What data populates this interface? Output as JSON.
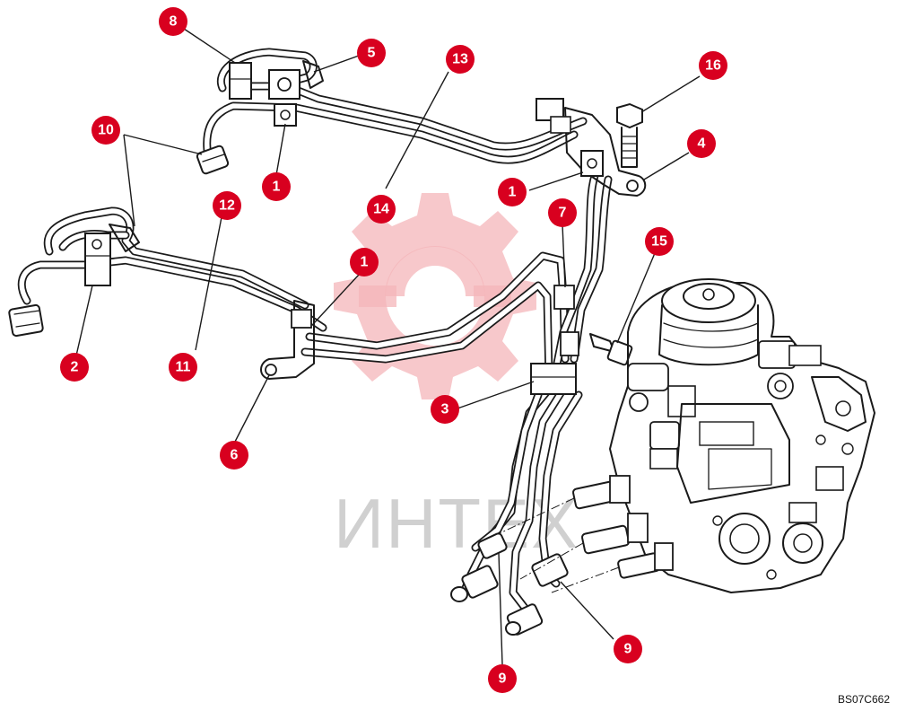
{
  "watermark": {
    "text": "ИНТЕХ",
    "gear_color": "#f4b6b9",
    "text_color": "#d0d0d0"
  },
  "badge_color": "#d8001f",
  "document_code": "BS07C662",
  "callouts": [
    {
      "label": "8"
    },
    {
      "label": "5"
    },
    {
      "label": "13"
    },
    {
      "label": "16"
    },
    {
      "label": "10"
    },
    {
      "label": "1"
    },
    {
      "label": "4"
    },
    {
      "label": "1"
    },
    {
      "label": "14"
    },
    {
      "label": "12"
    },
    {
      "label": "7"
    },
    {
      "label": "15"
    },
    {
      "label": "1"
    },
    {
      "label": "2"
    },
    {
      "label": "11"
    },
    {
      "label": "3"
    },
    {
      "label": "6"
    },
    {
      "label": "9"
    },
    {
      "label": "9"
    }
  ]
}
